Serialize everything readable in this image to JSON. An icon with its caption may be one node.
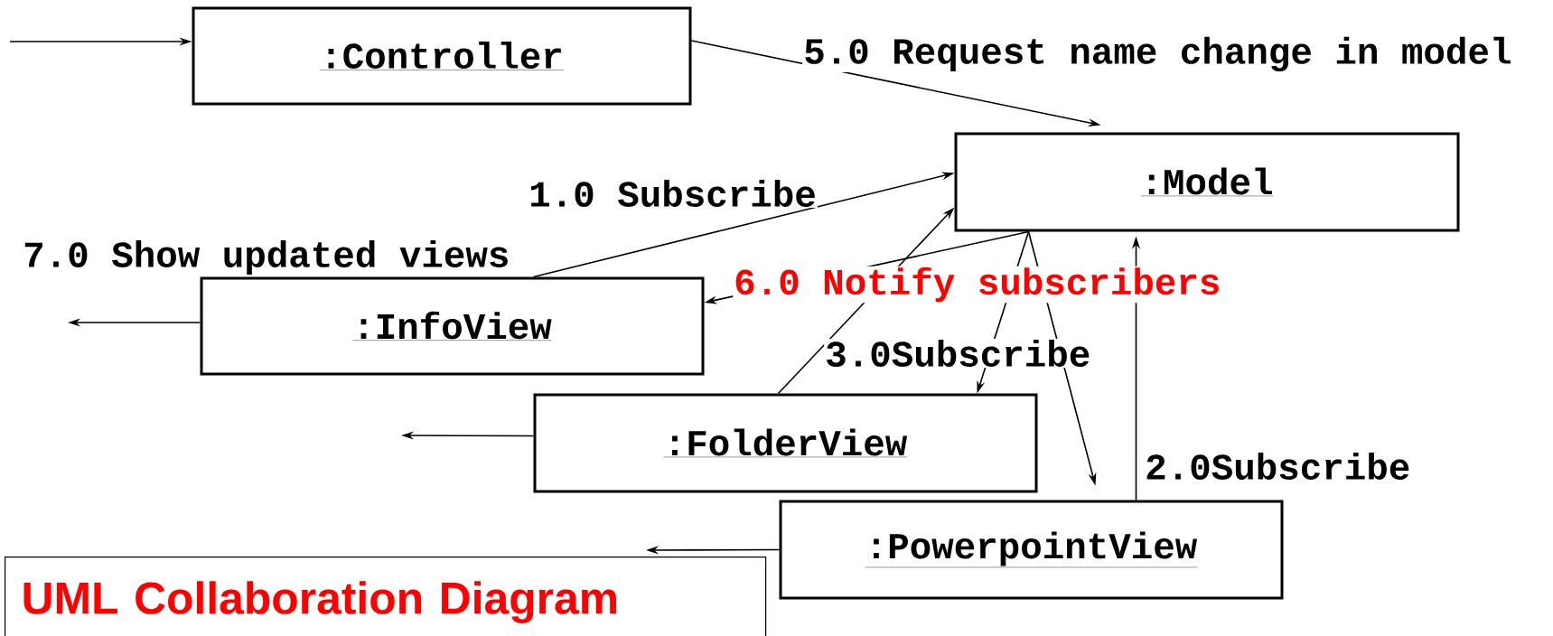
{
  "diagram": {
    "title": "UML Collaboration Diagram",
    "nodes": [
      {
        "text": [
          ":Controller"
        ]
      },
      {
        "text": [
          ":Model"
        ]
      },
      {
        "text": [
          ":InfoView"
        ]
      },
      {
        "text": [
          ":FolderView"
        ]
      },
      {
        "text": [
          ":PowerpointView"
        ]
      }
    ],
    "edges": [
      {
        "from": null,
        "to": 0,
        "arrow": "to"
      },
      {
        "from": 0,
        "to": 1,
        "arrow": "to",
        "label": "5.0 Request name change in model"
      },
      {
        "from": 2,
        "to": 1,
        "arrow": "to",
        "label": "1.0 Subscribe"
      },
      {
        "from": 1,
        "to": 2,
        "arrow": "to",
        "label": "6.0 Notify subscribers"
      },
      {
        "from": 3,
        "to": 1,
        "arrow": "to",
        "label": "3.0Subscribe"
      },
      {
        "from": 1,
        "to": 3,
        "arrow": "to"
      },
      {
        "from": 1,
        "to": 4,
        "arrow": "to"
      },
      {
        "from": 4,
        "to": 1,
        "arrow": "to",
        "label": "2.0Subscribe"
      },
      {
        "from": 2,
        "to": null,
        "arrow": "to",
        "label": "7.0 Show updated views"
      },
      {
        "from": 3,
        "to": null,
        "arrow": "to"
      },
      {
        "from": 4,
        "to": null,
        "arrow": "to"
      }
    ]
  }
}
